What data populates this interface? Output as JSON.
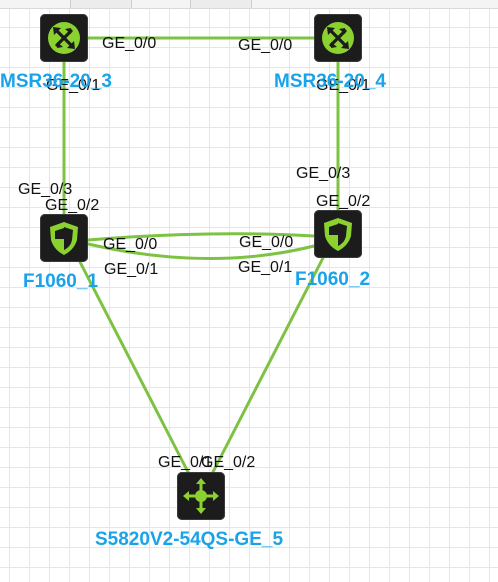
{
  "devices": {
    "msr3": {
      "name": "MSR36-20_3",
      "icon": "router-icon"
    },
    "msr4": {
      "name": "MSR36-20_4",
      "icon": "router-icon"
    },
    "fw1": {
      "name": "F1060_1",
      "icon": "firewall-shield-icon"
    },
    "fw2": {
      "name": "F1060_2",
      "icon": "firewall-shield-icon"
    },
    "sw5": {
      "name": "S5820V2-54QS-GE_5",
      "icon": "switch-icon"
    }
  },
  "ports": {
    "msr3_to_msr4": "GE_0/0",
    "msr4_to_msr3": "GE_0/0",
    "msr3_down": "GE_0/1",
    "msr4_down": "GE_0/1",
    "fw1_up": "GE_0/3",
    "fw1_down": "GE_0/2",
    "fw2_up": "GE_0/3",
    "fw2_down": "GE_0/2",
    "fw1_link_a": "GE_0/0",
    "fw2_link_a": "GE_0/0",
    "fw1_link_b": "GE_0/1",
    "fw2_link_b": "GE_0/1",
    "sw5_left": "GE_0/1",
    "sw5_right": "GE_0/2"
  },
  "colors": {
    "link": "#7dc242",
    "label": "#1aa3e8",
    "icon": "#8bd12f",
    "node_bg": "#1c1c1c"
  }
}
